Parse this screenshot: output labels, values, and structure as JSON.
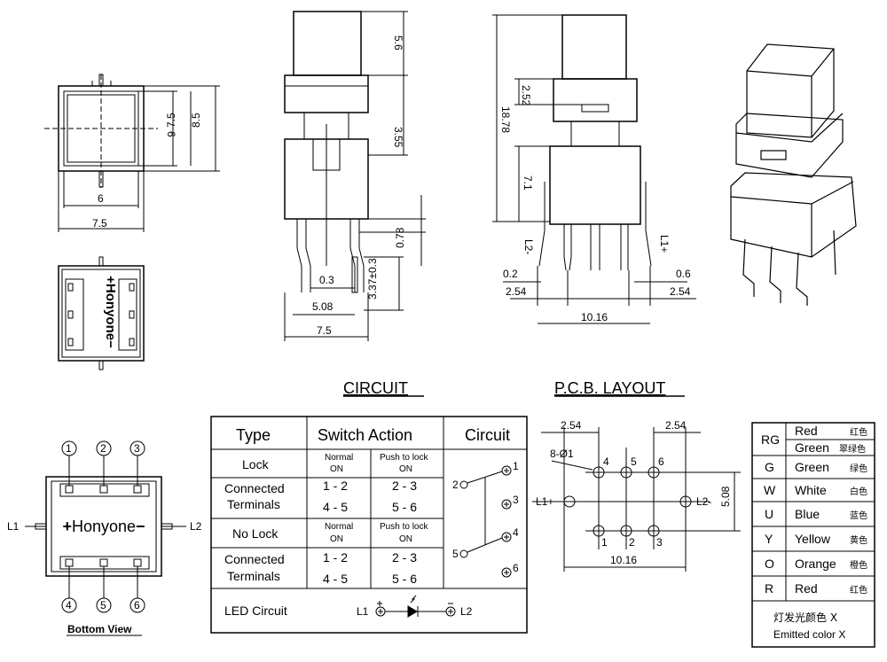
{
  "titles": {
    "circuit": "CIRCUIT",
    "pcb": "P.C.B. LAYOUT",
    "bottom_view": "Bottom View"
  },
  "brand": "Honyone",
  "dims": {
    "front_w6": "6",
    "front_w75": "7.5",
    "front_h6": "6",
    "front_h75": "7.5",
    "front_h85": "8.5",
    "side_cap": "5.6",
    "side_body": "3.55",
    "side_pin": "0.78",
    "side_pinlen": "3.37±0.3",
    "side_03": "0.3",
    "side_508": "5.08",
    "side_75": "7.5",
    "r_252": "2.52",
    "r_1878": "18.78",
    "r_71": "7.1",
    "r_l2": "L2-",
    "r_l1": "L1+",
    "r_02": "0.2",
    "r_06": "0.6",
    "r_254a": "2.54",
    "r_254b": "2.54",
    "r_1016": "10.16"
  },
  "pins": {
    "top": [
      "1",
      "2",
      "3"
    ],
    "bottom": [
      "4",
      "5",
      "6"
    ],
    "l1": "L1",
    "l2": "L2"
  },
  "table": {
    "h_type": "Type",
    "h_action": "Switch Action",
    "h_circuit": "Circuit",
    "r_lock": "Lock",
    "normal_on": "Normal",
    "on": "ON",
    "push_lock": "Push to lock",
    "on2": "ON",
    "conn1": "Connected",
    "terms": "Terminals",
    "v12": "1 - 2",
    "v23": "2 - 3",
    "v45": "4 - 5",
    "v56": "5 - 6",
    "r_nolock": "No Lock",
    "r_led": "LED Circuit",
    "led_l1": "L1",
    "led_l2": "L2",
    "c1": "1",
    "c2": "2",
    "c3": "3",
    "c4": "4",
    "c5": "5",
    "c6": "6"
  },
  "pcb": {
    "d254a": "2.54",
    "d254b": "2.54",
    "hole": "8-Ø1",
    "d508": "5.08",
    "d1016": "10.16",
    "l1": "L1+",
    "l2": "L2-",
    "n": [
      "1",
      "2",
      "3",
      "4",
      "5",
      "6"
    ]
  },
  "colors": {
    "code_rg": "RG",
    "rows": [
      {
        "code": "",
        "en": "Red",
        "cn": "红色"
      },
      {
        "code": "",
        "en": "Green",
        "cn": "翠绿色"
      },
      {
        "code": "G",
        "en": "Green",
        "cn": "绿色"
      },
      {
        "code": "W",
        "en": "White",
        "cn": "白色"
      },
      {
        "code": "U",
        "en": "Blue",
        "cn": "蓝色"
      },
      {
        "code": "Y",
        "en": "Yellow",
        "cn": "黄色"
      },
      {
        "code": "O",
        "en": "Orange",
        "cn": "橙色"
      },
      {
        "code": "R",
        "en": "Red",
        "cn": "红色"
      }
    ],
    "footer_cn": "灯发光颜色 X",
    "footer_en": "Emitted color X"
  }
}
